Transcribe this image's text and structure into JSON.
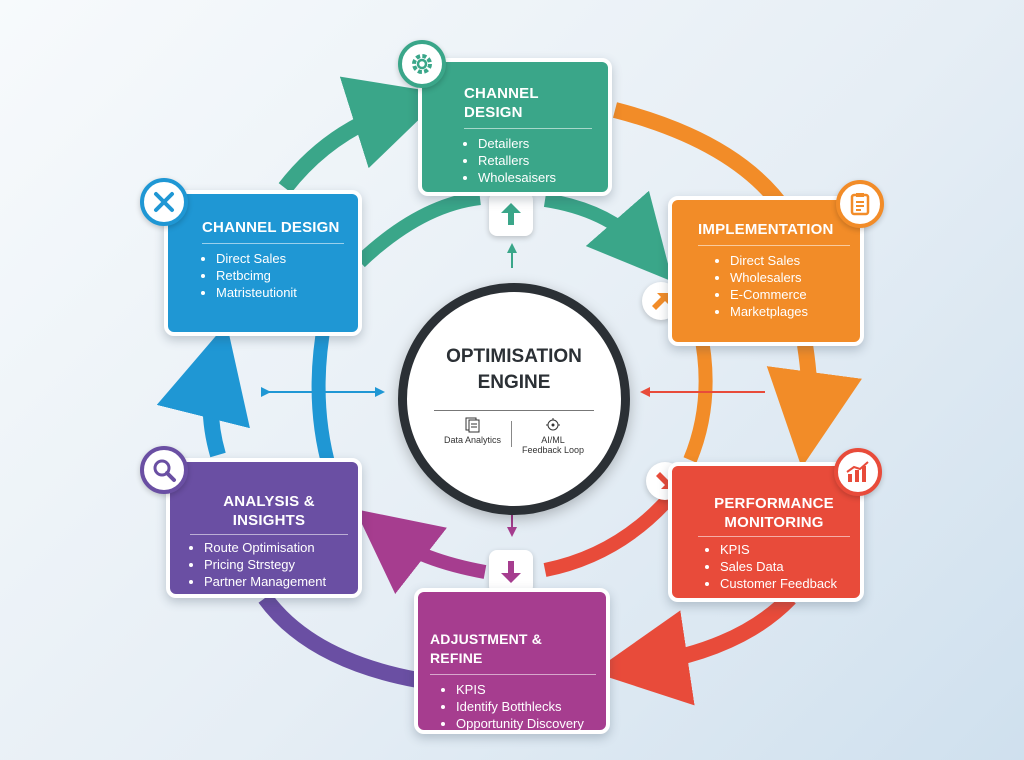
{
  "center": {
    "title_line1": "OPTIMISATION",
    "title_line2": "ENGINE",
    "left_label": "Data Analytics",
    "right_label_line1": "AI/ML",
    "right_label_line2": "Feedback Loop"
  },
  "cards": {
    "top": {
      "title": "CHANNEL DESIGN",
      "items": [
        "Detailers",
        "Retallers",
        "Wholesaisers"
      ],
      "color": "#3aa689",
      "icon": "gear-icon"
    },
    "left": {
      "title": "CHANNEL DESIGN",
      "items": [
        "Direct Sales",
        "Retbcimg",
        "Matristeutionit"
      ],
      "color": "#1f97d4",
      "icon": "wrench-screwdriver-icon"
    },
    "right": {
      "title": "IMPLEMENTATION",
      "items": [
        "Direct Sales",
        "Wholesalers",
        "E-Commerce",
        "Marketplages"
      ],
      "color": "#f28c28",
      "icon": "clipboard-icon"
    },
    "analysis": {
      "title_line1": "ANALYSIS &",
      "title_line2": "INSIGHTS",
      "items": [
        "Route Optimisation",
        "Pricing Strstegy",
        "Partner Management"
      ],
      "color": "#6a4fa3",
      "icon": "magnifier-icon"
    },
    "performance": {
      "title_line1": "PERFORMANCE",
      "title_line2": "MONITORING",
      "items": [
        "KPIS",
        "Sales Data",
        "Customer Feedback"
      ],
      "color": "#e84b3a",
      "icon": "bar-chart-icon"
    },
    "adjustment": {
      "title": "ADJUSTMENT & REFINE",
      "items": [
        "KPIS",
        "Identify Botthlecks",
        "Opportunity Discovery"
      ],
      "color": "#a63d8f"
    }
  }
}
